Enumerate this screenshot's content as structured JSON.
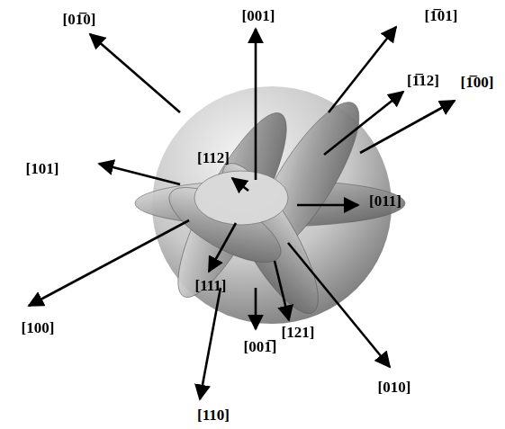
{
  "diagram": {
    "labels": [
      "[01̅0]",
      "[001]",
      "[1̅01]",
      "[1̅12]",
      "[1̅00]",
      "[101]",
      "[112]",
      "[011]",
      "[100]",
      "[111]",
      "[121]",
      "[001̅]",
      "[010]",
      "[110]"
    ]
  }
}
